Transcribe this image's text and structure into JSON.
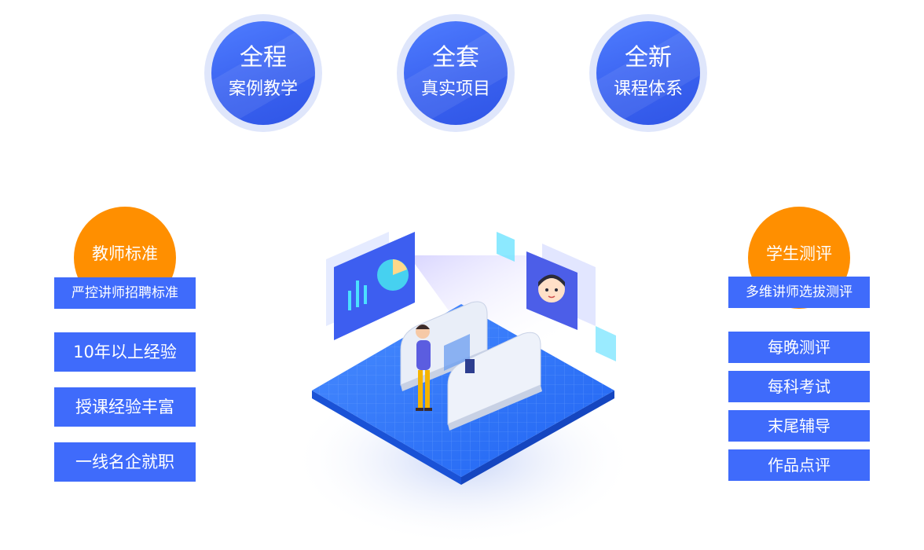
{
  "features": [
    {
      "title": "全程",
      "subtitle": "案例教学"
    },
    {
      "title": "全套",
      "subtitle": "真实项目"
    },
    {
      "title": "全新",
      "subtitle": "课程体系"
    }
  ],
  "teacher": {
    "heading": "教师标准",
    "items": [
      "严控讲师招聘标准",
      "10年以上经验",
      "授课经验丰富",
      "一线名企就职"
    ]
  },
  "student": {
    "heading": "学生测评",
    "items": [
      "多维讲师选拔测评",
      "每晚测评",
      "每科考试",
      "末尾辅导",
      "作品点评"
    ]
  },
  "colors": {
    "primary_blue": "#3f6bfb",
    "accent_orange": "#ff8f00",
    "circle_ring": "#dfe6fb"
  },
  "icons": [
    "bar-chart-icon",
    "pie-chart-icon",
    "face-avatar-icon",
    "turnstile-gate-icon",
    "person-icon"
  ]
}
